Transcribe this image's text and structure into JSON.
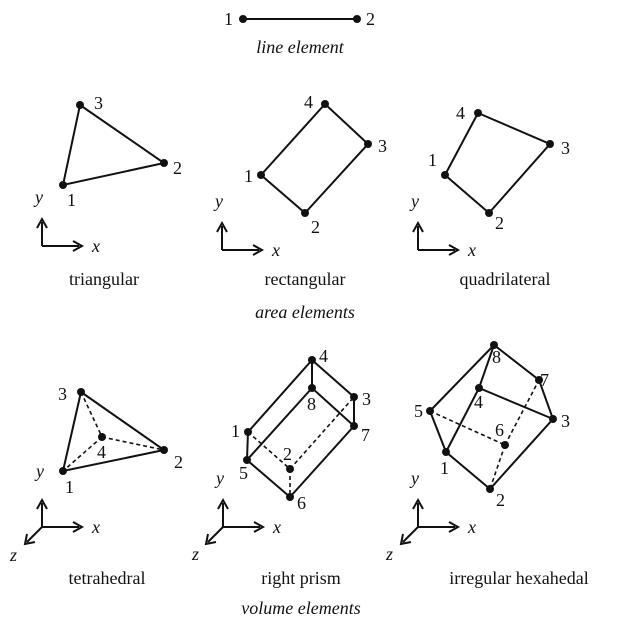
{
  "captions": {
    "line": "line element",
    "triangular": "triangular",
    "rectangular": "rectangular",
    "quadrilateral": "quadrilateral",
    "tetrahedral": "tetrahedral",
    "right_prism": "right prism",
    "irregular_hexahedral": "irregular hexahedal"
  },
  "groups": {
    "area": "area elements",
    "volume": "volume elements"
  },
  "axes": {
    "x": "x",
    "y": "y",
    "z": "z"
  },
  "node_labels": [
    "1",
    "2",
    "3",
    "4",
    "5",
    "6",
    "7",
    "8"
  ]
}
